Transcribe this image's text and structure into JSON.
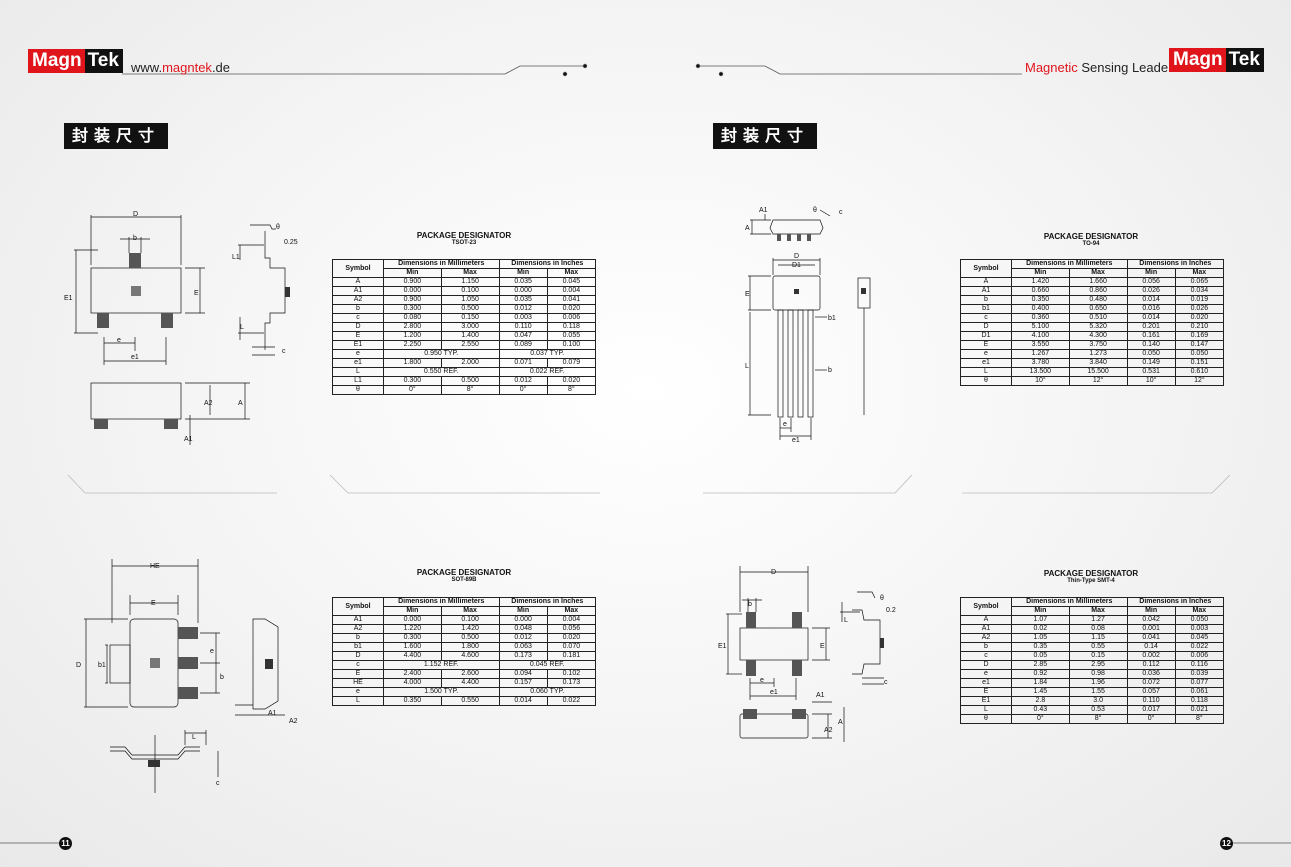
{
  "left_header": {
    "logo_a": "Magn",
    "logo_b": "Tek",
    "url_prefix": "www.",
    "url_brand": "magntek",
    "url_suffix": ".de"
  },
  "right_header": {
    "tag_red": "Magnetic",
    "tag_black": " Sensing Leader",
    "logo_a": "Magn",
    "logo_b": "Tek"
  },
  "section_title": "封装尺寸",
  "colors": {
    "brand_red": "#e0141b",
    "dark": "#111111"
  },
  "tables": {
    "tsot23": {
      "heading": "PACKAGE DESIGNATOR",
      "package": "TSOT-23",
      "hdr_symbol": "Symbol",
      "hdr_mm": "Dimensions in Millimeters",
      "hdr_in": "Dimensions in Inches",
      "min": "Min",
      "max": "Max",
      "rows": [
        [
          "A",
          "0.900",
          "1.150",
          "0.035",
          "0.045"
        ],
        [
          "A1",
          "0.000",
          "0.100",
          "0.000",
          "0.004"
        ],
        [
          "A2",
          "0.900",
          "1.050",
          "0.035",
          "0.041"
        ],
        [
          "b",
          "0.300",
          "0.500",
          "0.012",
          "0.020"
        ],
        [
          "c",
          "0.080",
          "0.150",
          "0.003",
          "0.006"
        ],
        [
          "D",
          "2.800",
          "3.000",
          "0.110",
          "0.118"
        ],
        [
          "E",
          "1.200",
          "1.400",
          "0.047",
          "0.055"
        ],
        [
          "E1",
          "2.250",
          "2.550",
          "0.089",
          "0.100"
        ],
        [
          "e",
          "0.950 TYP.",
          "0.037 TYP."
        ],
        [
          "e1",
          "1.800",
          "2.000",
          "0.071",
          "0.079"
        ],
        [
          "L",
          "0.550 REF.",
          "0.022 REF."
        ],
        [
          "L1",
          "0.300",
          "0.500",
          "0.012",
          "0.020"
        ],
        [
          "θ",
          "0°",
          "8°",
          "0°",
          "8°"
        ]
      ]
    },
    "sot89b": {
      "heading": "PACKAGE DESIGNATOR",
      "package": "SOT-89B",
      "hdr_symbol": "Symbol",
      "hdr_mm": "Dimensions in Millimeters",
      "hdr_in": "Dimensions in Inches",
      "min": "Min",
      "max": "Max",
      "rows": [
        [
          "A1",
          "0.000",
          "0.100",
          "0.000",
          "0.004"
        ],
        [
          "A2",
          "1.220",
          "1.420",
          "0.048",
          "0.056"
        ],
        [
          "b",
          "0.300",
          "0.500",
          "0.012",
          "0.020"
        ],
        [
          "b1",
          "1.600",
          "1.800",
          "0.063",
          "0.070"
        ],
        [
          "D",
          "4.400",
          "4.600",
          "0.173",
          "0.181"
        ],
        [
          "c",
          "1.152 REF.",
          "0.045 REF."
        ],
        [
          "E",
          "2.400",
          "2.600",
          "0.094",
          "0.102"
        ],
        [
          "HE",
          "4.000",
          "4.400",
          "0.157",
          "0.173"
        ],
        [
          "e",
          "1.500 TYP.",
          "0.060 TYP."
        ],
        [
          "L",
          "0.350",
          "0.550",
          "0.014",
          "0.022"
        ]
      ]
    },
    "to94": {
      "heading": "PACKAGE DESIGNATOR",
      "package": "TO-94",
      "hdr_symbol": "Symbol",
      "hdr_mm": "Dimensions in Millimeters",
      "hdr_in": "Dimensions in Inches",
      "min": "Min",
      "max": "Max",
      "rows": [
        [
          "A",
          "1.420",
          "1.660",
          "0.056",
          "0.065"
        ],
        [
          "A1",
          "0.660",
          "0.860",
          "0.026",
          "0.034"
        ],
        [
          "b",
          "0.350",
          "0.480",
          "0.014",
          "0.019"
        ],
        [
          "b1",
          "0.400",
          "0.650",
          "0.016",
          "0.026"
        ],
        [
          "c",
          "0.360",
          "0.510",
          "0.014",
          "0.020"
        ],
        [
          "D",
          "5.100",
          "5.320",
          "0.201",
          "0.210"
        ],
        [
          "D1",
          "4.100",
          "4.300",
          "0.161",
          "0.169"
        ],
        [
          "E",
          "3.550",
          "3.750",
          "0.140",
          "0.147"
        ],
        [
          "e",
          "1.267",
          "1.273",
          "0.050",
          "0.050"
        ],
        [
          "e1",
          "3.780",
          "3.840",
          "0.149",
          "0.151"
        ],
        [
          "L",
          "13.500",
          "15.500",
          "0.531",
          "0.610"
        ],
        [
          "θ",
          "10°",
          "12°",
          "10°",
          "12°"
        ]
      ]
    },
    "smt4": {
      "heading": "PACKAGE DESIGNATOR",
      "package": "Thin-Type SMT-4",
      "hdr_symbol": "Symbol",
      "hdr_mm": "Dimensions in Millimeters",
      "hdr_in": "Dimensions in Inches",
      "min": "Min",
      "max": "Max",
      "rows": [
        [
          "A",
          "1.07",
          "1.27",
          "0.042",
          "0.050"
        ],
        [
          "A1",
          "0.02",
          "0.08",
          "0.001",
          "0.003"
        ],
        [
          "A2",
          "1.05",
          "1.15",
          "0.041",
          "0.045"
        ],
        [
          "b",
          "0.35",
          "0.55",
          "0.14",
          "0.022"
        ],
        [
          "c",
          "0.05",
          "0.15",
          "0.002",
          "0.006"
        ],
        [
          "D",
          "2.85",
          "2.95",
          "0.112",
          "0.116"
        ],
        [
          "e",
          "0.92",
          "0.98",
          "0.036",
          "0.039"
        ],
        [
          "e1",
          "1.84",
          "1.96",
          "0.072",
          "0.077"
        ],
        [
          "E",
          "1.45",
          "1.55",
          "0.057",
          "0.061"
        ],
        [
          "E1",
          "2.8",
          "3.0",
          "0.110",
          "0.118"
        ],
        [
          "L",
          "0.43",
          "0.53",
          "0.017",
          "0.021"
        ],
        [
          "θ",
          "0°",
          "8°",
          "0°",
          "8°"
        ]
      ]
    }
  },
  "drawings": {
    "tsot23": {
      "D": "D",
      "b": "b",
      "E1": "E1",
      "E": "E",
      "e": "e",
      "e1": "e1",
      "L1": "L1",
      "L": "L",
      "c": "c",
      "theta": "θ",
      "lead": "0.25",
      "A": "A",
      "A1": "A1",
      "A2": "A2"
    },
    "sot89b": {
      "HE": "HE",
      "E": "E",
      "D": "D",
      "b1": "b1",
      "e": "e",
      "b": "b",
      "L": "L",
      "c": "c",
      "A1": "A1",
      "A2": "A2"
    },
    "to94": {
      "A": "A",
      "A1": "A1",
      "theta": "θ",
      "c": "c",
      "D": "D",
      "D1": "D1",
      "E": "E",
      "L": "L",
      "b1": "b1",
      "b": "b",
      "e": "e",
      "e1": "e1"
    },
    "smt4": {
      "D": "D",
      "b": "b",
      "E1": "E1",
      "E": "E",
      "e": "e",
      "e1": "e1",
      "L": "L",
      "c": "c",
      "theta": "θ",
      "lead": "0.2",
      "A": "A",
      "A1": "A1",
      "A2": "A2"
    }
  },
  "page_numbers": {
    "left": "11",
    "right": "12"
  }
}
